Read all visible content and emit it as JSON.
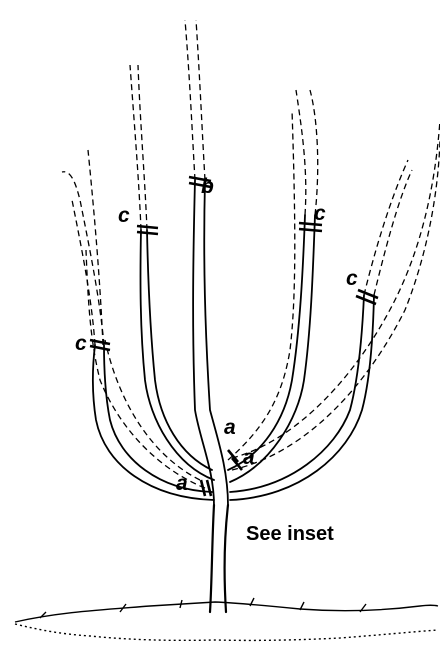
{
  "labels": {
    "b": "b",
    "c": "c",
    "a": "a"
  },
  "caption": "See inset"
}
